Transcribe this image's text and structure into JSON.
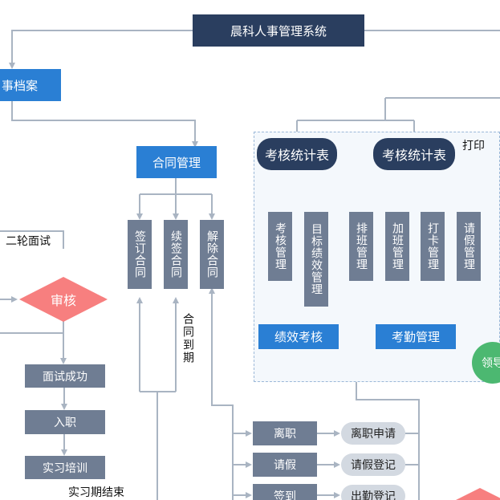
{
  "top": {
    "title": "晨科人事管理系统"
  },
  "archive": {
    "label": "事档案"
  },
  "contract": {
    "label": "合同管理",
    "items": [
      "签订合同",
      "续签合同",
      "解除合同"
    ],
    "expire_note": "合同到期"
  },
  "recruit": {
    "second_interview": "二轮面试",
    "review": "审核",
    "steps": [
      "面试成功",
      "入职",
      "实习培训"
    ],
    "intern_end": "实习期结束"
  },
  "stats": {
    "left_title": "考核统计表",
    "right_title": "考核统计表",
    "print_label": "打印",
    "left_items": [
      "考核管理",
      "目标绩效管理"
    ],
    "right_items": [
      "排班管理",
      "加班管理",
      "打卡管理",
      "请假管理"
    ],
    "perf_label": "绩效考核",
    "attend_label": "考勤管理",
    "leader_label": "领导"
  },
  "actions": [
    {
      "label": "离职",
      "result": "离职申请"
    },
    {
      "label": "请假",
      "result": "请假登记"
    },
    {
      "label": "签到",
      "result": "出勤登记"
    }
  ],
  "colors": {
    "navy": "#2a3e5f",
    "blue": "#2a7fd4",
    "gray": "#6f7d93",
    "diamond": "#f77f7f",
    "green": "#4cb871",
    "line": "#a9b4c2"
  }
}
